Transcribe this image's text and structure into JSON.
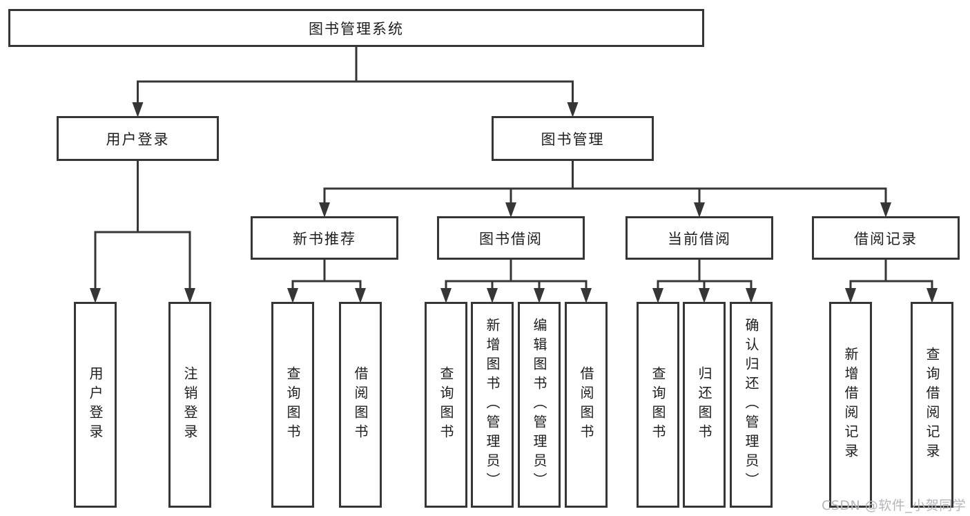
{
  "diagram": {
    "title": "图书管理系统",
    "watermark": "CSDN @软件_小贺同学",
    "colors": {
      "background": "#ffffff",
      "line": "#363636",
      "box_border": "#363636",
      "text": "#1e1e1e",
      "watermark": "#b3b6bb"
    },
    "nodes": [
      {
        "id": "root",
        "label": "图书管理系统",
        "level": 1
      },
      {
        "id": "user-login",
        "label": "用户登录",
        "level": 2
      },
      {
        "id": "book-mgmt",
        "label": "图书管理",
        "level": 2
      },
      {
        "id": "new-book-rec",
        "label": "新书推荐",
        "level": 3
      },
      {
        "id": "book-borrow",
        "label": "图书借阅",
        "level": 3
      },
      {
        "id": "current-borrow",
        "label": "当前借阅",
        "level": 3
      },
      {
        "id": "borrow-records",
        "label": "借阅记录",
        "level": 3
      },
      {
        "id": "leaf-user-login",
        "label": "用户登录",
        "level": 4
      },
      {
        "id": "leaf-logout",
        "label": "注销登录",
        "level": 4
      },
      {
        "id": "leaf-rec-query",
        "label": "查询图书",
        "level": 4
      },
      {
        "id": "leaf-rec-borrow",
        "label": "借阅图书",
        "level": 4
      },
      {
        "id": "leaf-bb-query",
        "label": "查询图书",
        "level": 4
      },
      {
        "id": "leaf-bb-add",
        "label": "新增图书（管理员）",
        "level": 4
      },
      {
        "id": "leaf-bb-edit",
        "label": "编辑图书（管理员）",
        "level": 4
      },
      {
        "id": "leaf-bb-borrow",
        "label": "借阅图书",
        "level": 4
      },
      {
        "id": "leaf-cb-query",
        "label": "查询图书",
        "level": 4
      },
      {
        "id": "leaf-cb-return",
        "label": "归还图书",
        "level": 4
      },
      {
        "id": "leaf-cb-confirm",
        "label": "确认归还（管理员）",
        "level": 4
      },
      {
        "id": "leaf-br-add",
        "label": "新增借阅记录",
        "level": 4
      },
      {
        "id": "leaf-br-query",
        "label": "查询借阅记录",
        "level": 4
      }
    ],
    "edges": [
      [
        "root",
        "user-login"
      ],
      [
        "root",
        "book-mgmt"
      ],
      [
        "user-login",
        "leaf-user-login"
      ],
      [
        "user-login",
        "leaf-logout"
      ],
      [
        "book-mgmt",
        "new-book-rec"
      ],
      [
        "book-mgmt",
        "book-borrow"
      ],
      [
        "book-mgmt",
        "current-borrow"
      ],
      [
        "book-mgmt",
        "borrow-records"
      ],
      [
        "new-book-rec",
        "leaf-rec-query"
      ],
      [
        "new-book-rec",
        "leaf-rec-borrow"
      ],
      [
        "book-borrow",
        "leaf-bb-query"
      ],
      [
        "book-borrow",
        "leaf-bb-add"
      ],
      [
        "book-borrow",
        "leaf-bb-edit"
      ],
      [
        "book-borrow",
        "leaf-bb-borrow"
      ],
      [
        "current-borrow",
        "leaf-cb-query"
      ],
      [
        "current-borrow",
        "leaf-cb-return"
      ],
      [
        "current-borrow",
        "leaf-cb-confirm"
      ],
      [
        "borrow-records",
        "leaf-br-add"
      ],
      [
        "borrow-records",
        "leaf-br-query"
      ]
    ]
  }
}
